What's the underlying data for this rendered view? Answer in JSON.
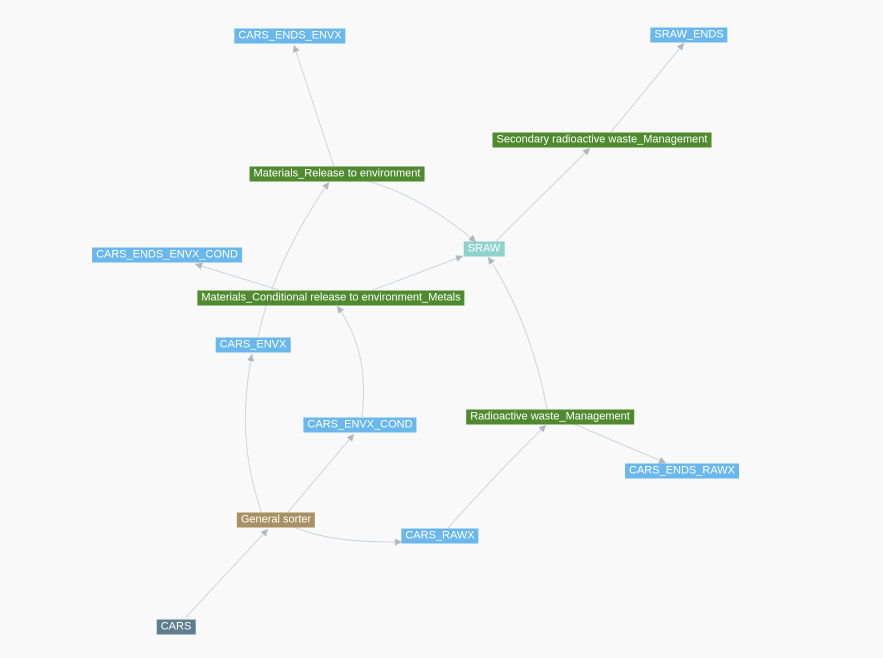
{
  "colors": {
    "background": "#f9f9f9",
    "edge": "#cfd5db",
    "arrow": "#aeb8c2",
    "material_node": "#6ab7ec",
    "process_node": "#4f8a2e",
    "sorter_node": "#a89063",
    "input_node": "#5f7d8e",
    "storage_node": "#8fd1cb"
  },
  "nodes": [
    {
      "id": "cars_ends_envx",
      "label": "CARS_ENDS_ENVX",
      "type": "material"
    },
    {
      "id": "sraw_ends",
      "label": "SRAW_ENDS",
      "type": "material"
    },
    {
      "id": "secondary_mgmt",
      "label": "Secondary radioactive waste_Management",
      "type": "process"
    },
    {
      "id": "materials_release",
      "label": "Materials_Release to environment",
      "type": "process"
    },
    {
      "id": "sraw",
      "label": "SRAW",
      "type": "storage"
    },
    {
      "id": "cars_ends_envx_cond",
      "label": "CARS_ENDS_ENVX_COND",
      "type": "material"
    },
    {
      "id": "materials_cond_release",
      "label": "Materials_Conditional release to environment_Metals",
      "type": "process"
    },
    {
      "id": "cars_envx",
      "label": "CARS_ENVX",
      "type": "material"
    },
    {
      "id": "radioactive_mgmt",
      "label": "Radioactive waste_Management",
      "type": "process"
    },
    {
      "id": "cars_envx_cond",
      "label": "CARS_ENVX_COND",
      "type": "material"
    },
    {
      "id": "cars_ends_rawx",
      "label": "CARS_ENDS_RAWX",
      "type": "material"
    },
    {
      "id": "general_sorter",
      "label": "General sorter",
      "type": "sorter"
    },
    {
      "id": "cars_rawx",
      "label": "CARS_RAWX",
      "type": "material"
    },
    {
      "id": "cars",
      "label": "CARS",
      "type": "input"
    }
  ],
  "edges": [
    {
      "from": "cars",
      "to": "general_sorter"
    },
    {
      "from": "general_sorter",
      "to": "cars_envx"
    },
    {
      "from": "general_sorter",
      "to": "cars_envx_cond"
    },
    {
      "from": "general_sorter",
      "to": "cars_rawx"
    },
    {
      "from": "cars_envx",
      "to": "materials_release"
    },
    {
      "from": "cars_envx_cond",
      "to": "materials_cond_release"
    },
    {
      "from": "cars_rawx",
      "to": "radioactive_mgmt"
    },
    {
      "from": "materials_release",
      "to": "cars_ends_envx"
    },
    {
      "from": "materials_release",
      "to": "sraw"
    },
    {
      "from": "materials_cond_release",
      "to": "cars_ends_envx_cond"
    },
    {
      "from": "materials_cond_release",
      "to": "sraw"
    },
    {
      "from": "radioactive_mgmt",
      "to": "sraw"
    },
    {
      "from": "radioactive_mgmt",
      "to": "cars_ends_rawx"
    },
    {
      "from": "sraw",
      "to": "secondary_mgmt"
    },
    {
      "from": "secondary_mgmt",
      "to": "sraw_ends"
    }
  ]
}
